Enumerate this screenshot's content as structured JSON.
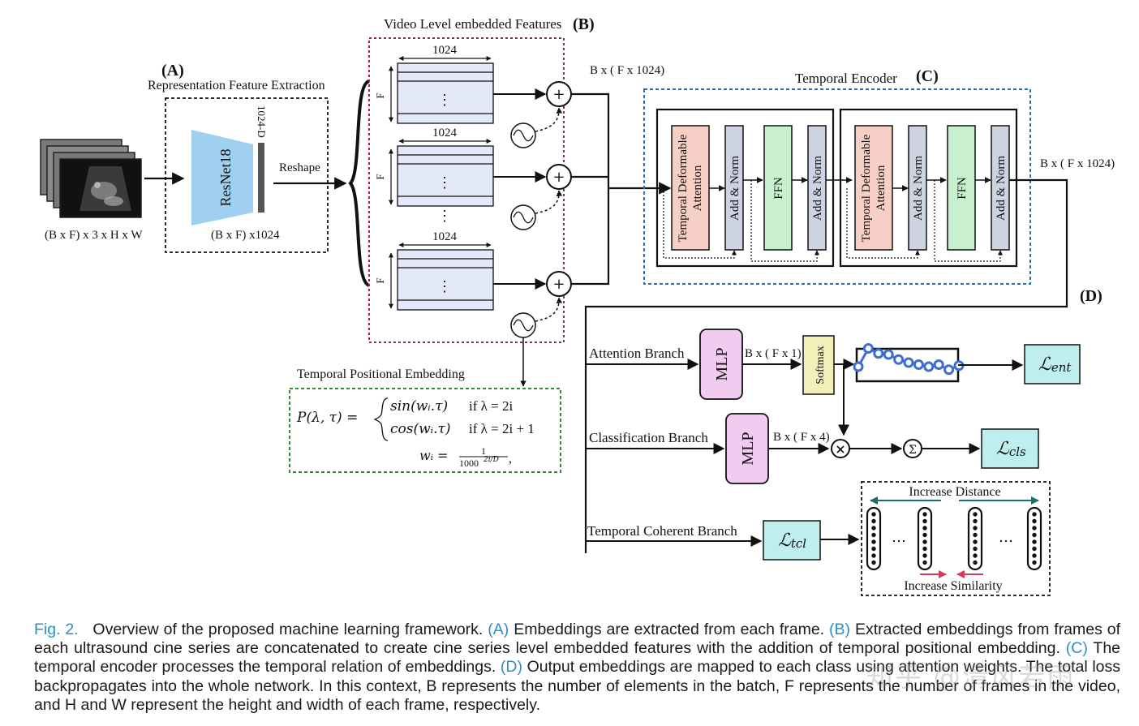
{
  "figure": {
    "panel_a": {
      "letter": "(A)",
      "title": "Representation Feature Extraction",
      "input_dims": "(B x F) x 3 x H x W",
      "backbone": "ResNet18",
      "feature_label": "1024-D",
      "output_dims": "(B x F) x1024",
      "reshape_label": "Reshape"
    },
    "panel_b": {
      "title": "Video Level embedded Features",
      "letter": "(B)",
      "width_label": "1024",
      "height_label": "F",
      "dots": "⋮",
      "plus": "+",
      "output_dims": "B x ( F x 1024)",
      "positional_title": "Temporal Positional Embedding",
      "formula_lhs": "P(λ, τ) =",
      "formula_case1": "sin(wᵢ.τ)",
      "formula_cond1": "if λ = 2i",
      "formula_case2": "cos(wᵢ.τ)",
      "formula_cond2": "if λ = 2i + 1",
      "formula_w_lhs": "wᵢ =",
      "formula_w_num": "1",
      "formula_w_den": "1000",
      "formula_w_exp": "2i/D",
      "formula_w_tail": ","
    },
    "panel_c": {
      "title": "Temporal Encoder",
      "letter": "(C)",
      "attention_line1": "Temporal Deformable",
      "attention_line2": "Attention",
      "add_norm": "Add & Norm",
      "ffn": "FFN",
      "output_dims": "B x ( F x 1024)"
    },
    "panel_d": {
      "letter": "(D)",
      "attention_branch": "Attention Branch",
      "classification_branch": "Classification Branch",
      "temporal_branch": "Temporal Coherent Branch",
      "mlp": "MLP",
      "attention_dims": "B x ( F x 1)",
      "softmax": "Softmax",
      "class_dims": "B x ( F x 4)",
      "multiply": "×",
      "sum": "Σ",
      "loss_ent_main": "ℒ",
      "loss_ent_sub": "ent",
      "loss_cls_main": "ℒ",
      "loss_cls_sub": "cls",
      "loss_tcl_main": "ℒ",
      "loss_tcl_sub": "tcl",
      "increase_distance": "Increase Distance",
      "increase_similarity": "Increase Similarity",
      "ellipsis": "…",
      "attention_curve": [
        0.0,
        0.9,
        0.65,
        0.6,
        0.35,
        0.2,
        0.1,
        0.0,
        0.1,
        -0.15,
        0.05
      ]
    }
  },
  "caption": {
    "label": "Fig. 2.",
    "t1": "Overview of the proposed machine learning framework.",
    "a": "(A)",
    "t2": "Embeddings are extracted from each frame.",
    "b": "(B)",
    "t3": "Extracted embeddings from frames of each ultrasound cine series are concatenated to create cine series level embedded features with the addition of temporal positional embedding.",
    "c": "(C)",
    "t4": "The temporal encoder processes the temporal relation of embeddings.",
    "d": "(D)",
    "t5": "Output embeddings are mapped to each class using attention weights. The total loss backpropagates into the whole network. In this context, B represents the number of elements in the batch, F represents the number of frames in the video, and H and W represent the height and width of each frame, respectively."
  },
  "watermark": "知乎 @清风若雨",
  "colors": {
    "resnet": "#9fd0ef",
    "attention_block": "#f6cfc7",
    "add_norm_block": "#cdd3e0",
    "ffn_block": "#c8f0cf",
    "embed_block": "#e3e9f8",
    "mlp": "#f2ccf0",
    "softmax": "#f3efb8",
    "loss": "#bfeeee",
    "curve": "#3d6fd1",
    "frame_red": "#a0283a",
    "frame_blue": "#2f6fb0",
    "frame_green": "#2f8a3a",
    "teal_arrow": "#1e6e6e",
    "red_arrow": "#d83a56"
  }
}
